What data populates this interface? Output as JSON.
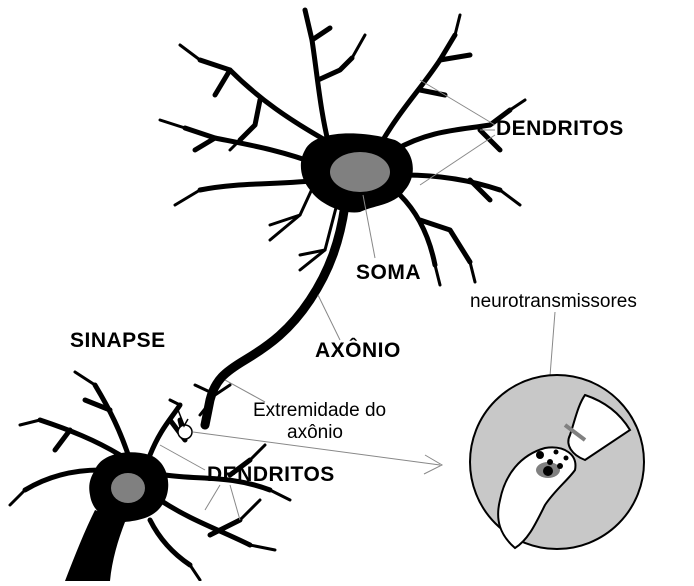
{
  "labels": {
    "dendritos_top": "DENDRITOS",
    "soma": "SOMA",
    "axonio": "AXÔNIO",
    "sinapse": "SINAPSE",
    "extremidade_line1": "Extremidade do",
    "extremidade_line2": "axônio",
    "dendritos_bottom": "DENDRITOS",
    "neurotransmissores": "neurotransmissores"
  },
  "colors": {
    "neuron": "#000000",
    "nucleus": "#808080",
    "synapse_bg": "#c8c8c8",
    "leader_lines": "#888888"
  }
}
